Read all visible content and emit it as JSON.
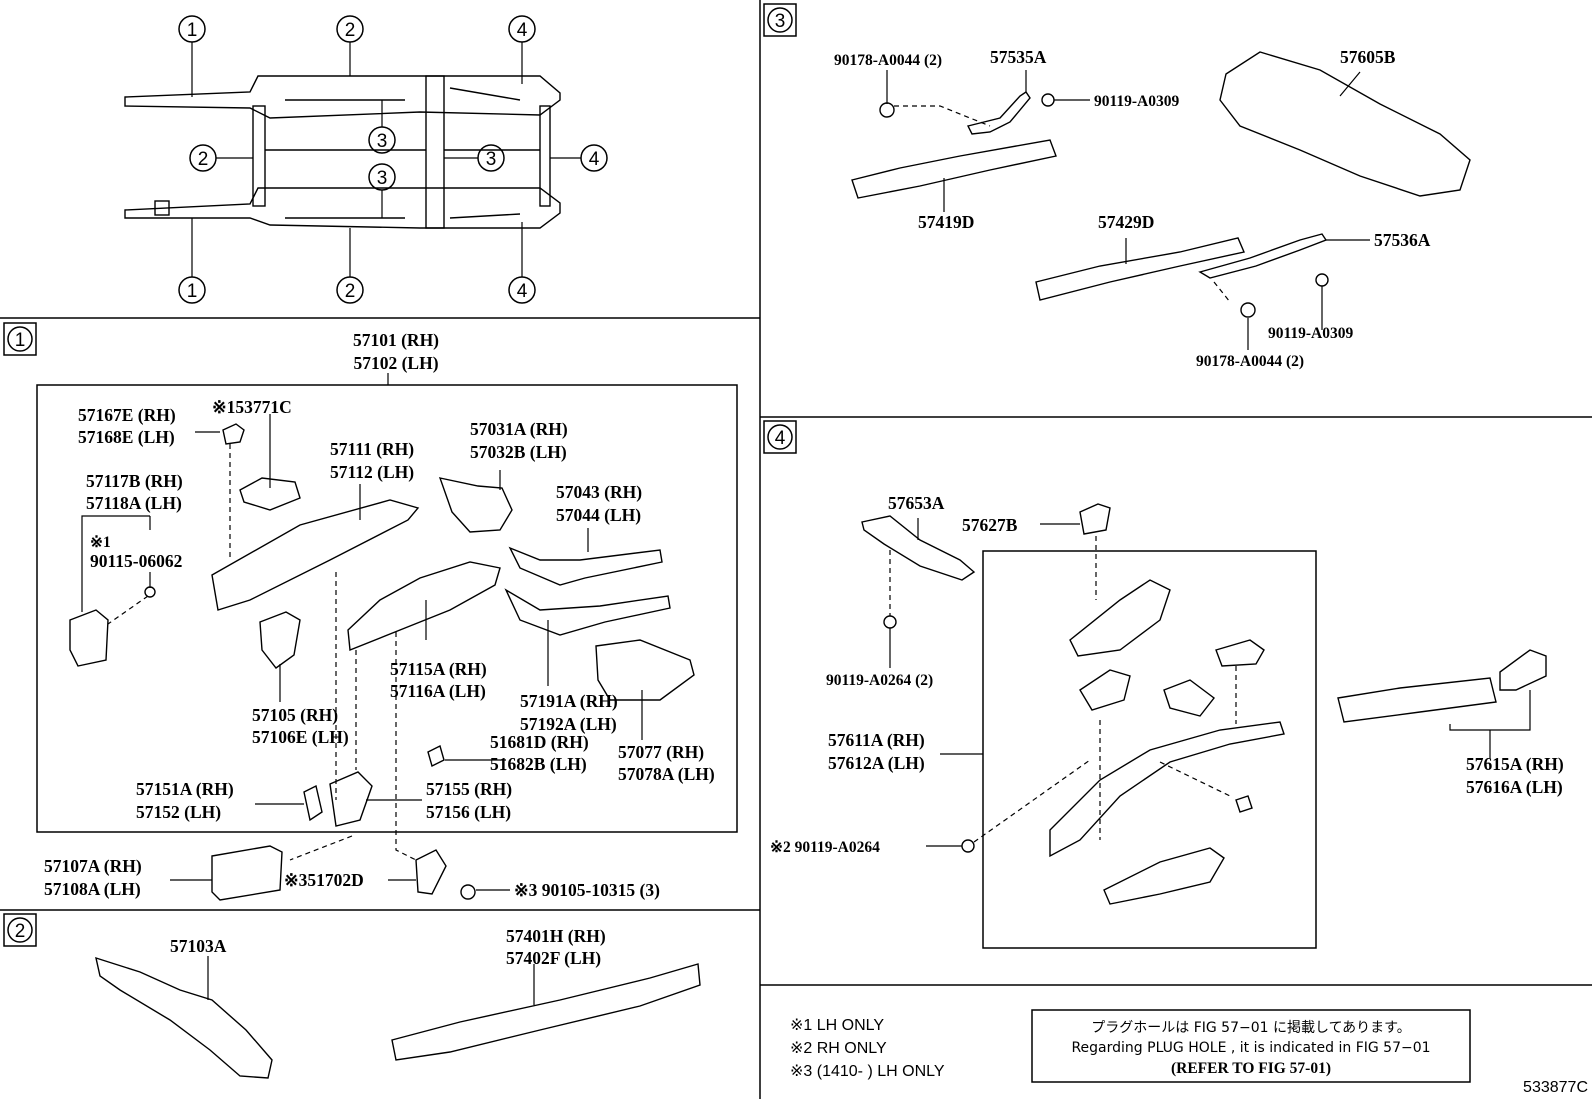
{
  "overview": {
    "callouts": [
      "1",
      "2",
      "3",
      "4"
    ]
  },
  "section1": {
    "badge": "1",
    "title_rh": "57101 (RH)",
    "title_lh": "57102 (LH)",
    "labels": {
      "p57167e": "57167E (RH)",
      "p57168e": "57168E (LH)",
      "p53771c": "※153771C",
      "p57117b": "57117B (RH)",
      "p57118a": "57118A (LH)",
      "note1": "※1",
      "p90115": "90115-06062",
      "p57111": "57111 (RH)",
      "p57112": "57112 (LH)",
      "p57031a": "57031A (RH)",
      "p57032b": "57032B (LH)",
      "p57043": "57043 (RH)",
      "p57044": "57044 (LH)",
      "p57105": "57105 (RH)",
      "p57106e": "57106E (LH)",
      "p57115a": "57115A (RH)",
      "p57116a": "57116A (LH)",
      "p57191a": "57191A (RH)",
      "p57192a": "57192A (LH)",
      "p51681d": "51681D (RH)",
      "p51682b": "51682B (LH)",
      "p57077": "57077 (RH)",
      "p57078a": "57078A (LH)",
      "p57151a": "57151A (RH)",
      "p57152": "57152 (LH)",
      "p57155": "57155 (RH)",
      "p57156": "57156 (LH)",
      "p57107a": "57107A (RH)",
      "p57108a": "57108A (LH)",
      "p51702d": "※351702D",
      "p90105": "※3 90105-10315 (3)"
    }
  },
  "section2": {
    "badge": "2",
    "labels": {
      "p57103a": "57103A",
      "p57401h": "57401H (RH)",
      "p57402f": "57402F (LH)"
    }
  },
  "section3": {
    "badge": "3",
    "labels": {
      "p90178a": "90178-A0044 (2)",
      "p57535a": "57535A",
      "p57605b": "57605B",
      "p90119a": "90119-A0309",
      "p57419d": "57419D",
      "p57429d": "57429D",
      "p57536a": "57536A",
      "p90119b": "90119-A0309",
      "p90178b": "90178-A0044 (2)"
    }
  },
  "section4": {
    "badge": "4",
    "labels": {
      "p57653a": "57653A",
      "p57627b": "57627B",
      "p90119c": "90119-A0264 (2)",
      "p57611a": "57611A (RH)",
      "p57612a": "57612A (LH)",
      "p90119d": "※2 90119-A0264",
      "p57615a": "57615A (RH)",
      "p57616a": "57616A (LH)"
    }
  },
  "notes": {
    "n1": "※1  LH ONLY",
    "n2": "※2  RH ONLY",
    "n3": "※3 (1410-          ) LH ONLY"
  },
  "info_box": {
    "jp": "プラグホールは FIG 57−01 に掲載してあります。",
    "en": "Regarding  PLUG  HOLE , it is indicated in FIG  57−01",
    "ref": "(REFER  TO  FIG  57-01)"
  },
  "figure_code": "533877C"
}
